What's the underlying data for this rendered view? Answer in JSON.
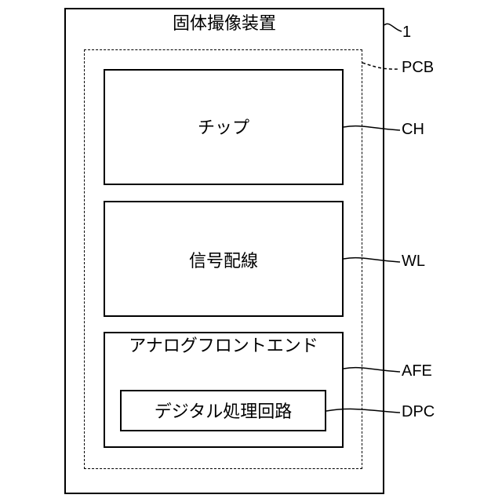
{
  "device": {
    "title": "固体撮像装置",
    "ref": "1"
  },
  "pcb": {
    "ref": "PCB"
  },
  "chip": {
    "label": "チップ",
    "ref": "CH"
  },
  "wiring": {
    "label": "信号配線",
    "ref": "WL"
  },
  "afe": {
    "label": "アナログフロントエンド",
    "ref": "AFE"
  },
  "dpc": {
    "label": "デジタル処理回路",
    "ref": "DPC"
  }
}
